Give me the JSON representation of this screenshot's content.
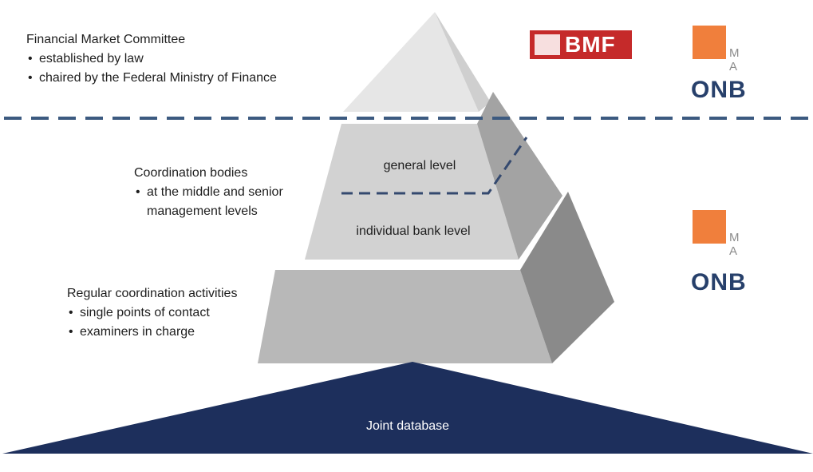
{
  "top_block": {
    "title": "Financial Market Committee",
    "bullets": [
      "established by law",
      "chaired by the Federal Ministry of Finance"
    ]
  },
  "middle_block": {
    "title": "Coordination bodies",
    "bullets": [
      "at the middle and senior management levels"
    ],
    "bullet_line2": "management levels",
    "bullet_line1": "at the middle and senior"
  },
  "bottom_block": {
    "title": "Regular coordination activities",
    "bullets": [
      "single points of contact",
      "examiners in charge"
    ]
  },
  "pyramid": {
    "general_level": "general level",
    "individual_level": "individual bank level"
  },
  "base": {
    "label": "Joint database"
  },
  "logos": {
    "bmf": "BMF",
    "fma": "M A",
    "onb": "ONB"
  },
  "colors": {
    "navy": "#1d2f5c",
    "dash": "#3c5a80",
    "fma_orange": "#f07f3c",
    "bmf_red": "#c52a2a"
  }
}
